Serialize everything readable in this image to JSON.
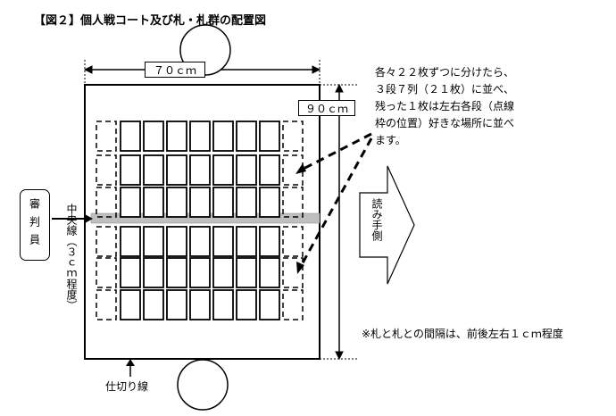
{
  "title": "【図２】個人戦コート及び札・札群の配置図",
  "width_label": "７０ｃｍ",
  "height_label": "９０ｃｍ",
  "referee_label": "審判員",
  "center_line_label": "中央線（３ｃｍ程度）",
  "partition_label": "仕切り線",
  "reader_label": "読み手側",
  "note_lines": [
    "各々２２枚ずつに分けたら、",
    "３段７列（２１枚）に並べ、",
    "残った１枚は左右各段（点線",
    "枠の位置）好きな場所に並べ",
    "ます。"
  ],
  "spacing_note": "※札と札との間隔は、前後左右１ｃｍ程度",
  "layout_info": {
    "rows_per_side": 3,
    "columns": 7,
    "cards_per_row": 7
  }
}
